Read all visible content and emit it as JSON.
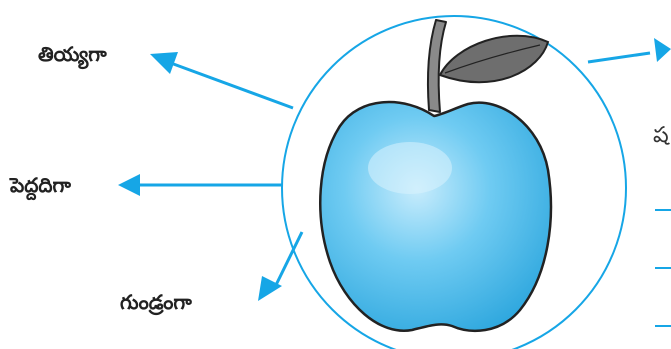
{
  "labels": {
    "top_left": "తియ్యగా",
    "middle_left": "పెద్దదిగా",
    "bottom_left": "గుండ్రంగా",
    "right_partial": "ష"
  },
  "colors": {
    "accent": "#16a6e6",
    "apple_fill": "#5cc4f0",
    "apple_highlight": "#bfe8fb",
    "leaf": "#6e6e6e",
    "stem": "#8a8a8a"
  },
  "answer_lines": 3
}
